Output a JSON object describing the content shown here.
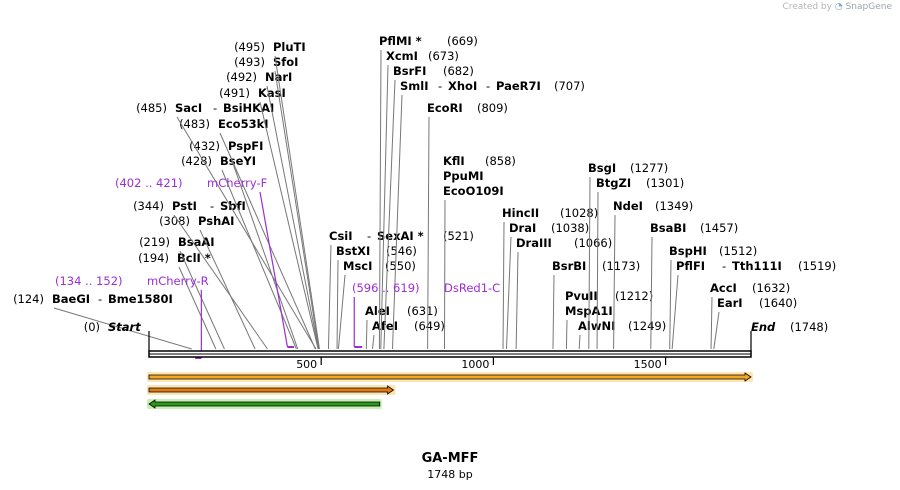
{
  "app": {
    "credit_prefix": "Created by",
    "credit_brand": "SnapGene"
  },
  "map": {
    "name": "GA-MFF",
    "length_label": "1748 bp",
    "length": 1748,
    "start_label": "Start",
    "start_pos": "(0)",
    "end_label": "End",
    "end_pos": "(1748)",
    "ruler_ticks": [
      500,
      1000,
      1500
    ]
  },
  "enzymes": [
    {
      "name": "BaeGI",
      "partner": "Bme1580I",
      "pos": 124,
      "pos_label": "(124)",
      "label_row": 303
    },
    {
      "name": "BclI *",
      "pos": 194,
      "pos_label": "(194)",
      "label_row": 262
    },
    {
      "name": "BsaAI",
      "pos": 219,
      "pos_label": "(219)",
      "label_row": 246
    },
    {
      "name": "PshAI",
      "pos": 308,
      "pos_label": "(308)",
      "label_row": 225
    },
    {
      "name": "PstI",
      "partner": "SbfI",
      "pos": 344,
      "pos_label": "(344)",
      "label_row": 210
    },
    {
      "name": "BseYI",
      "pos": 428,
      "pos_label": "(428)",
      "label_row": 165
    },
    {
      "name": "PspFI",
      "pos": 432,
      "pos_label": "(432)",
      "label_row": 150
    },
    {
      "name": "Eco53kI",
      "pos": 483,
      "pos_label": "(483)",
      "label_row": 128
    },
    {
      "name": "SacI",
      "partner": "BsiHKAI",
      "pos": 485,
      "pos_label": "(485)",
      "label_row": 112
    },
    {
      "name": "KasI",
      "pos": 491,
      "pos_label": "(491)",
      "label_row": 97
    },
    {
      "name": "NarI",
      "pos": 492,
      "pos_label": "(492)",
      "label_row": 81
    },
    {
      "name": "SfoI",
      "pos": 493,
      "pos_label": "(493)",
      "label_row": 66
    },
    {
      "name": "PluTI",
      "pos": 495,
      "pos_label": "(495)",
      "label_row": 51
    },
    {
      "name": "CsiI",
      "partner": "SexAI *",
      "pos": 521,
      "pos_label": "(521)",
      "label_row": 240
    },
    {
      "name": "BstXI",
      "pos": 546,
      "pos_label": "(546)",
      "label_row": 255
    },
    {
      "name": "MscI",
      "pos": 550,
      "pos_label": "(550)",
      "label_row": 270
    },
    {
      "name": "AleI",
      "pos": 631,
      "pos_label": "(631)",
      "label_row": 315
    },
    {
      "name": "AfeI",
      "pos": 649,
      "pos_label": "(649)",
      "label_row": 330
    },
    {
      "name": "PflMI *",
      "pos": 669,
      "pos_label": "(669)",
      "label_row": 45
    },
    {
      "name": "XcmI",
      "pos": 673,
      "pos_label": "(673)",
      "label_row": 60
    },
    {
      "name": "BsrFI",
      "pos": 682,
      "pos_label": "(682)",
      "label_row": 75
    },
    {
      "name": "SmlI",
      "partner": "XhoI",
      "partner2": "PaeR7I",
      "pos": 707,
      "pos_label": "(707)",
      "label_row": 90
    },
    {
      "name": "EcoRI",
      "pos": 809,
      "pos_label": "(809)",
      "label_row": 112
    },
    {
      "name": "KflI",
      "pos": 858,
      "pos_label": "(858)",
      "label_row": 165,
      "extra": [
        "PpuMI",
        "EcoO109I"
      ]
    },
    {
      "name": "HincII",
      "pos": 1028,
      "pos_label": "(1028)",
      "label_row": 217
    },
    {
      "name": "DraI",
      "pos": 1038,
      "pos_label": "(1038)",
      "label_row": 232
    },
    {
      "name": "DraIII",
      "pos": 1066,
      "pos_label": "(1066)",
      "label_row": 247
    },
    {
      "name": "BsrBI",
      "pos": 1173,
      "pos_label": "(1173)",
      "label_row": 270
    },
    {
      "name": "PvuII",
      "pos": 1212,
      "pos_label": "(1212)",
      "label_row": 300,
      "extra": [
        "MspA1I"
      ]
    },
    {
      "name": "AlwNI",
      "pos": 1249,
      "pos_label": "(1249)",
      "label_row": 330
    },
    {
      "name": "BsgI",
      "pos": 1277,
      "pos_label": "(1277)",
      "label_row": 172
    },
    {
      "name": "BtgZI",
      "pos": 1301,
      "pos_label": "(1301)",
      "label_row": 187
    },
    {
      "name": "NdeI",
      "pos": 1349,
      "pos_label": "(1349)",
      "label_row": 210
    },
    {
      "name": "BsaBI",
      "pos": 1457,
      "pos_label": "(1457)",
      "label_row": 232
    },
    {
      "name": "BspHI",
      "pos": 1512,
      "pos_label": "(1512)",
      "label_row": 255
    },
    {
      "name": "PflFI",
      "partner": "Tth111I",
      "pos": 1519,
      "pos_label": "(1519)",
      "label_row": 270
    },
    {
      "name": "AccI",
      "pos": 1632,
      "pos_label": "(1632)",
      "label_row": 292
    },
    {
      "name": "EarI",
      "pos": 1640,
      "pos_label": "(1640)",
      "label_row": 307
    }
  ],
  "primers": [
    {
      "name": "mCherry-R",
      "range": "(134 .. 152)",
      "start": 134,
      "end": 152,
      "strand": "reverse",
      "label_row": 285
    },
    {
      "name": "mCherry-F",
      "range": "(402 .. 421)",
      "start": 402,
      "end": 421,
      "strand": "forward",
      "label_row": 187
    },
    {
      "name": "DsRed1-C",
      "range": "(596 .. 619)",
      "start": 596,
      "end": 619,
      "strand": "forward",
      "label_row": 292
    }
  ],
  "features": [
    {
      "type": "orange-forward",
      "start": 0,
      "end": 1748,
      "fill": "#f6a623",
      "halo": "#fde5b3"
    },
    {
      "type": "orange-forward",
      "start": 0,
      "end": 710,
      "fill": "#e07b10",
      "halo": "#fde5b3"
    },
    {
      "type": "green-reverse",
      "start": 0,
      "end": 670,
      "fill": "#2a9a1a",
      "halo": "#c6efb3"
    }
  ],
  "colors": {
    "primer": "#9b2fd0",
    "backbone": "#000000",
    "cutline": "#777777"
  }
}
